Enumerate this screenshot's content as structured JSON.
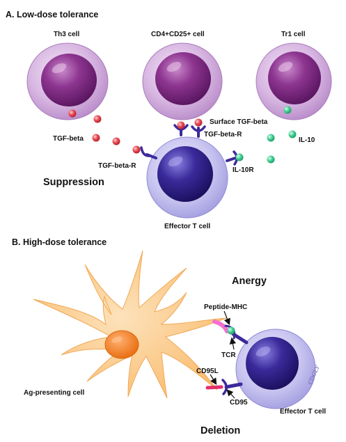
{
  "sections": {
    "a": "A.  Low-dose tolerance",
    "b": "B.  High-dose tolerance"
  },
  "cells": {
    "th3": "Th3 cell",
    "treg": "CD4+CD25+ cell",
    "tr1": "Tr1 cell",
    "effector_a": "Effector T cell",
    "effector_b": "Effector T cell",
    "apc": "Ag-presenting cell"
  },
  "molecules": {
    "tgf_beta": "TGF-beta",
    "surface_tgf_beta": "Surface TGF-beta",
    "tgf_beta_r_upper": "TGF-beta-R",
    "tgf_beta_r_lower": "TGF-beta-R",
    "il10": "IL-10",
    "il10r": "IL-10R",
    "peptide_mhc": "Peptide-MHC",
    "tcr": "TCR",
    "cd95l": "CD95L",
    "cd95": "CD95"
  },
  "outcomes": {
    "suppression": "Suppression",
    "anergy": "Anergy",
    "deletion": "Deletion"
  },
  "signature": "CDGLY",
  "colors": {
    "lymph_outer": "#c9a6d8",
    "lymph_nucleus": "#7a2a7e",
    "effector_outer": "#c6c3ee",
    "effector_nucleus": "#2c1d85",
    "apc_body": "#fbc683",
    "apc_nucleus": "#f07a14",
    "tgf_bead": "#e2404a",
    "il10_bead": "#3fc88f",
    "receptor": "#3d2a9a",
    "mhc": "#f46fcc",
    "cd95l": "#e2306a"
  }
}
